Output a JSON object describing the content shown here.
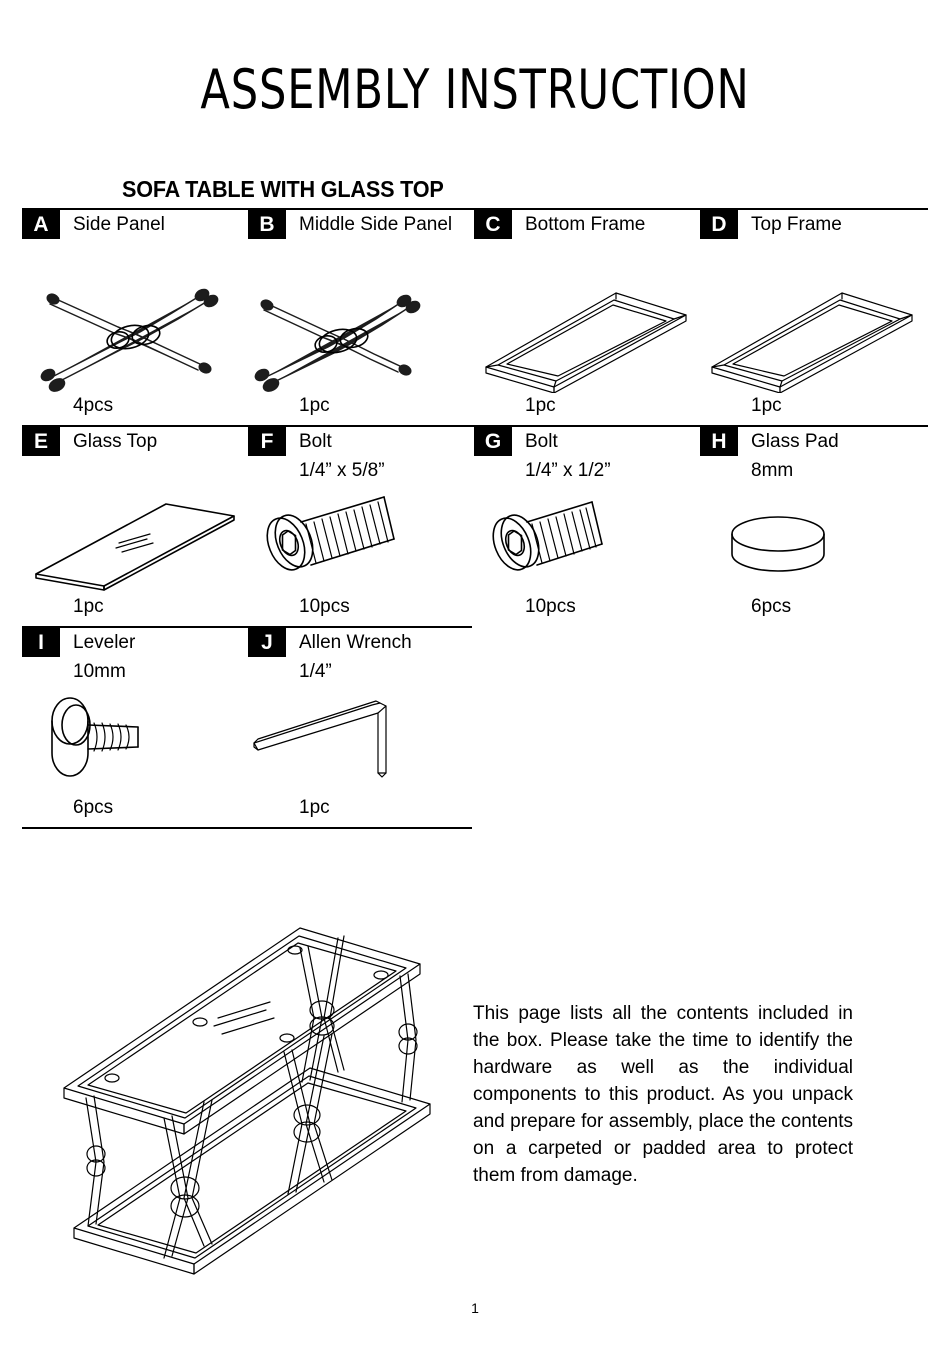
{
  "document": {
    "title": "ASSEMBLY INSTRUCTION",
    "subtitle": "SOFA TABLE WITH GLASS TOP",
    "page_number": "1"
  },
  "intro": {
    "text": "This page lists all the contents included in the box. Please take the time to identify the hardware as well as the individual components to this product. As you unpack and prepare for assembly, place the contents on a carpeted or padded area to protect them from damage."
  },
  "parts_rows": [
    [
      {
        "letter": "A",
        "name": "Side Panel",
        "spec": "",
        "quantity": "4pcs",
        "art": "side-panel"
      },
      {
        "letter": "B",
        "name": "Middle Side Panel",
        "spec": "",
        "quantity": "1pc",
        "art": "middle-side-panel"
      },
      {
        "letter": "C",
        "name": "Bottom Frame",
        "spec": "",
        "quantity": "1pc",
        "art": "bottom-frame"
      },
      {
        "letter": "D",
        "name": "Top Frame",
        "spec": "",
        "quantity": "1pc",
        "art": "top-frame"
      }
    ],
    [
      {
        "letter": "E",
        "name": "Glass Top",
        "spec": "",
        "quantity": "1pc",
        "art": "glass-top"
      },
      {
        "letter": "F",
        "name": "Bolt",
        "spec": "1/4” x 5/8”",
        "quantity": "10pcs",
        "art": "bolt-long"
      },
      {
        "letter": "G",
        "name": "Bolt",
        "spec": "1/4” x 1/2”",
        "quantity": "10pcs",
        "art": "bolt-short"
      },
      {
        "letter": "H",
        "name": "Glass Pad",
        "spec": "8mm",
        "quantity": "6pcs",
        "art": "glass-pad"
      }
    ],
    [
      {
        "letter": "I",
        "name": "Leveler",
        "spec": "10mm",
        "quantity": "6pcs",
        "art": "leveler"
      },
      {
        "letter": "J",
        "name": "Allen Wrench",
        "spec": "1/4”",
        "quantity": "1pc",
        "art": "allen-wrench"
      }
    ]
  ],
  "colors": {
    "ink": "#000000",
    "page": "#ffffff",
    "badge_background": "#000000",
    "badge_text": "#ffffff"
  }
}
